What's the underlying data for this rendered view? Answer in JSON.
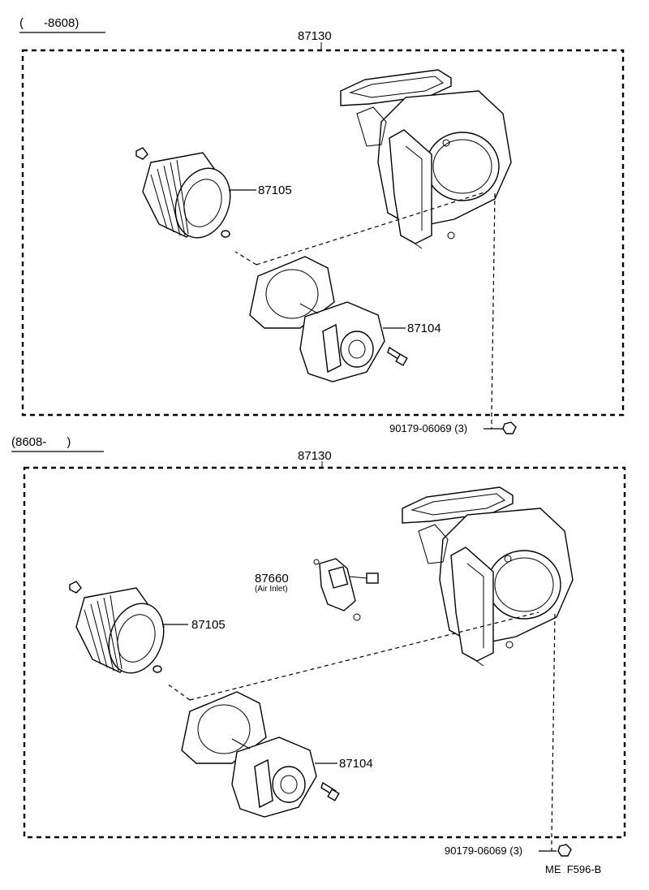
{
  "sections": [
    {
      "range": "(      -8608)",
      "assembly": "87130",
      "filter": "87105",
      "motor": "87104",
      "bolt": "90179-06069 (3)"
    },
    {
      "range": "(8608-      )",
      "assembly": "87130",
      "filter": "87105",
      "motor": "87104",
      "servo": "87660",
      "servo_note": "(Air Inlet)",
      "bolt": "90179-06069 (3)"
    }
  ],
  "footer": "ME  F596-B"
}
